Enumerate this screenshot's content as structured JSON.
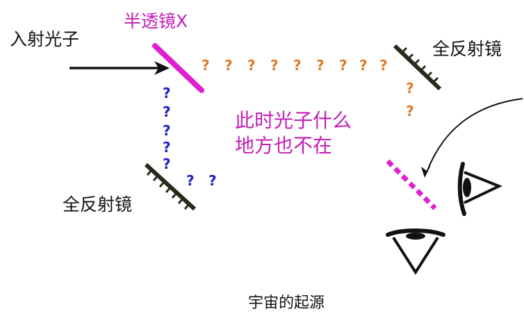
{
  "labels": {
    "incident_photon": "入射光子",
    "half_mirror": "半透镜X",
    "mirror_top_right": "全反射镜",
    "mirror_bottom_left": "全反射镜",
    "statement_line1": "此时光子什么",
    "statement_line2": "地方也不在",
    "footer": "宇宙的起源",
    "question_mark": "?"
  },
  "colors": {
    "half_mirror": "#e020d0",
    "question_orange": "#e07820",
    "question_blue": "#1c1ccc",
    "statement": "#c21fb5",
    "mirror": "#2a2a1a",
    "arrow": "#111111"
  },
  "icons": [
    "incident-arrow-icon",
    "half-mirror-icon",
    "full-mirror-icon",
    "dashed-detector-icon",
    "eye-side-icon",
    "eye-top-icon",
    "curved-arrow-icon"
  ]
}
